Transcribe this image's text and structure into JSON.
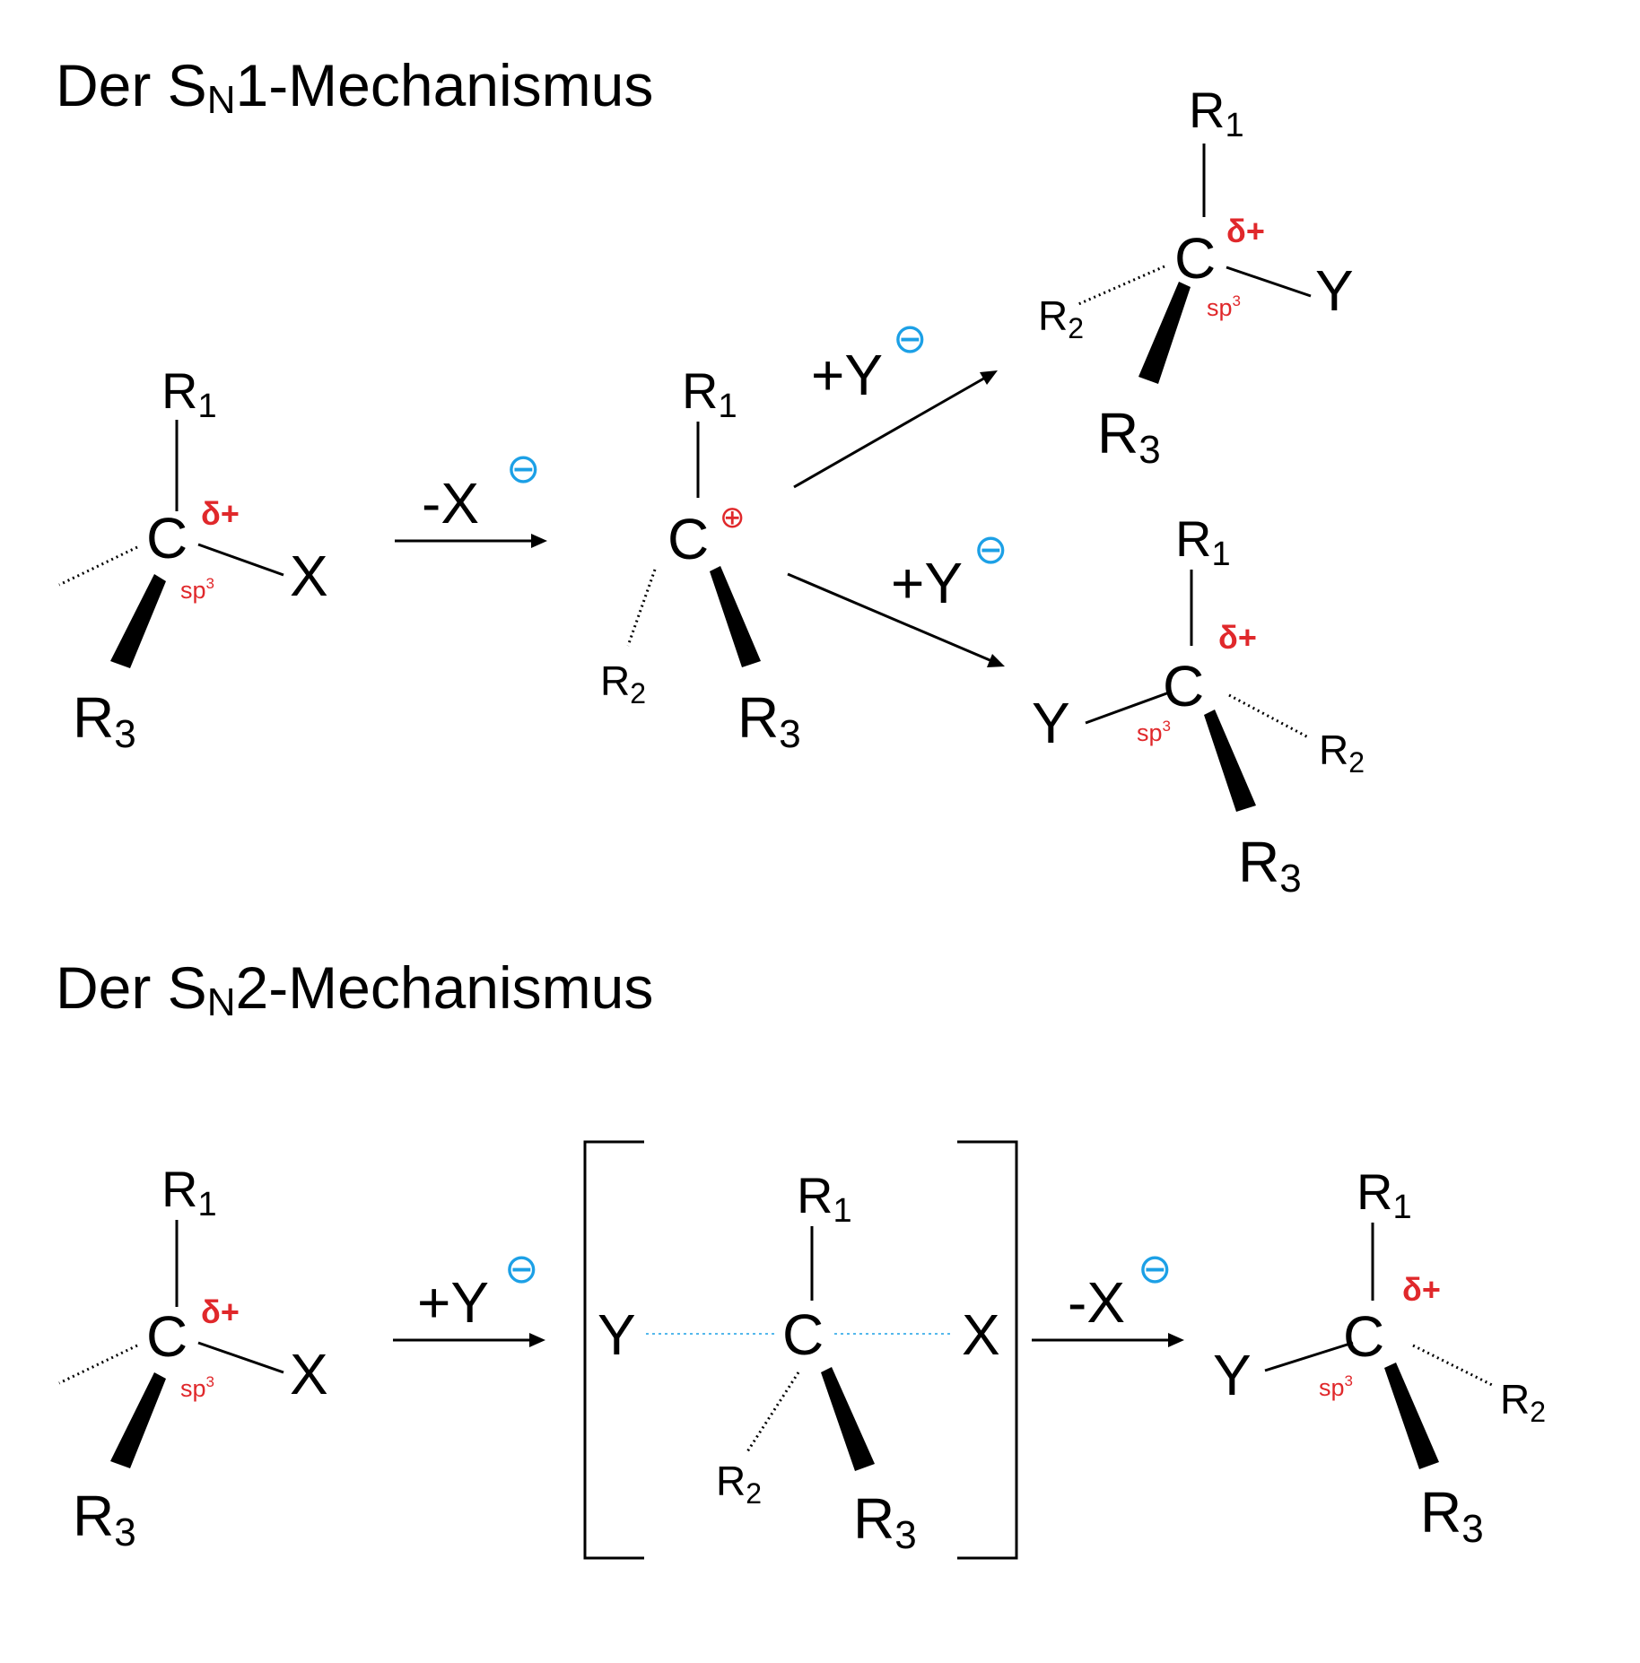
{
  "sn1": {
    "title": {
      "prefix": "Der S",
      "sub": "N",
      "suffix": "1-Mechanismus"
    },
    "reactant": {
      "r1": "R",
      "r1_sub": "1",
      "center": "C",
      "partial": "δ+",
      "hybrid": "sp",
      "hybrid_sup": "3",
      "leaving": "X",
      "r3": "R",
      "r3_sub": "3"
    },
    "step1": {
      "label": "-X",
      "charge": "⊖"
    },
    "cation": {
      "r1": "R",
      "r1_sub": "1",
      "center": "C",
      "charge": "⊕",
      "r2": "R",
      "r2_sub": "2",
      "r3": "R",
      "r3_sub": "3"
    },
    "step2_top": {
      "label": "+Y",
      "charge": "⊖"
    },
    "step2_bottom": {
      "label": "+Y",
      "charge": "⊖"
    },
    "product_top": {
      "r1": "R",
      "r1_sub": "1",
      "center": "C",
      "partial": "δ+",
      "hybrid": "sp",
      "hybrid_sup": "3",
      "nucleophile": "Y",
      "r2": "R",
      "r2_sub": "2",
      "r3": "R",
      "r3_sub": "3"
    },
    "product_bottom": {
      "r1": "R",
      "r1_sub": "1",
      "center": "C",
      "partial": "δ+",
      "hybrid": "sp",
      "hybrid_sup": "3",
      "nucleophile": "Y",
      "r2": "R",
      "r2_sub": "2",
      "r3": "R",
      "r3_sub": "3"
    }
  },
  "sn2": {
    "title": {
      "prefix": "Der S",
      "sub": "N",
      "suffix": "2-Mechanismus"
    },
    "reactant": {
      "r1": "R",
      "r1_sub": "1",
      "center": "C",
      "partial": "δ+",
      "hybrid": "sp",
      "hybrid_sup": "3",
      "leaving": "X",
      "r3": "R",
      "r3_sub": "3"
    },
    "step1": {
      "label": "+Y",
      "charge": "⊖"
    },
    "transition": {
      "nucleophile": "Y",
      "r1": "R",
      "r1_sub": "1",
      "center": "C",
      "leaving": "X",
      "r2": "R",
      "r2_sub": "2",
      "r3": "R",
      "r3_sub": "3"
    },
    "step2": {
      "label": "-X",
      "charge": "⊖"
    },
    "product": {
      "r1": "R",
      "r1_sub": "1",
      "center": "C",
      "partial": "δ+",
      "hybrid": "sp",
      "hybrid_sup": "3",
      "nucleophile": "Y",
      "r2": "R",
      "r2_sub": "2",
      "r3": "R",
      "r3_sub": "3"
    }
  },
  "colors": {
    "text": "#000000",
    "partial_charge": "#e0282b",
    "ion_charge": "#1ca0e6",
    "transition_bond": "#1ca0e6"
  }
}
